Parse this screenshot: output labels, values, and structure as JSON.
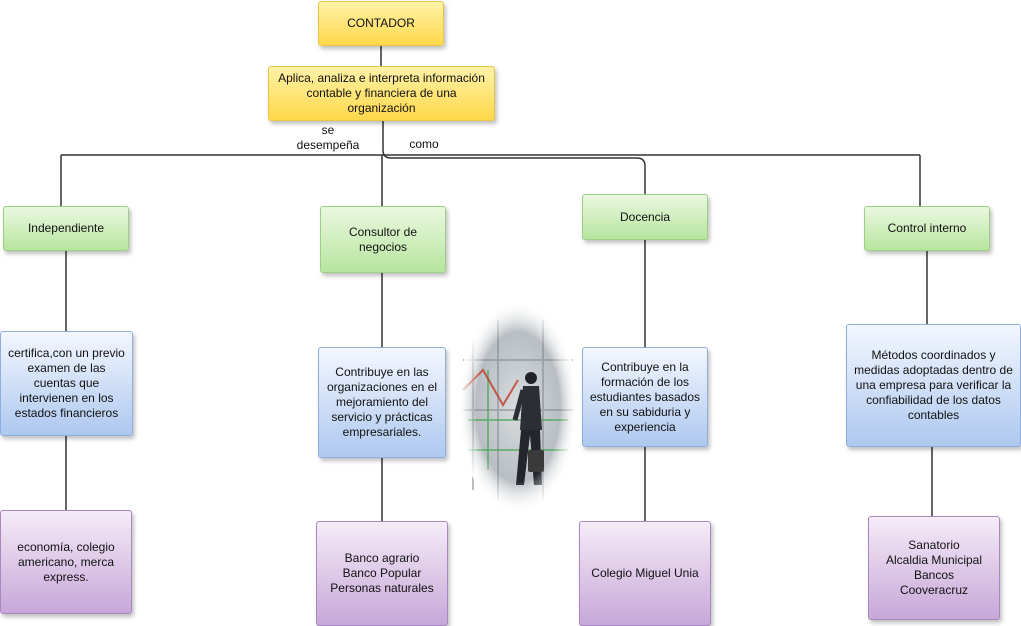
{
  "root": {
    "title": "CONTADOR"
  },
  "definition": {
    "text": "Aplica, analiza e interpreta información contable y financiera de una organización"
  },
  "connectors": {
    "left": "se\ndesempeña",
    "right": "como"
  },
  "branches": [
    {
      "role": "Independiente",
      "description": "certifica,con un previo examen de las cuentas que intervienen en los estados financieros",
      "examples": "economía, colegio americano, merca express."
    },
    {
      "role": "Consultor de negocios",
      "description": "Contribuye en las organizaciones en el mejoramiento del servicio y prácticas empresariales.",
      "examples": "Banco agrario\nBanco Popular\nPersonas naturales"
    },
    {
      "role": "Docencia",
      "description": "Contribuye en la formación de los estudiantes basados en su sabiduria y experiencia",
      "examples": "Colegio Miguel Unia"
    },
    {
      "role": "Control interno",
      "description": "Métodos coordinados y medidas adoptadas dentro de una empresa para verificar la confiabilidad de los datos contables",
      "examples": "Sanatorio\nAlcaldia Municipal\nBancos\nCooveracruz"
    }
  ],
  "colors": {
    "root": "#ffe066",
    "role": "#b7e59e",
    "description": "#aec8ef",
    "examples": "#c7a7d8",
    "line": "#333333"
  },
  "image": {
    "icon": "businessman-photo"
  }
}
